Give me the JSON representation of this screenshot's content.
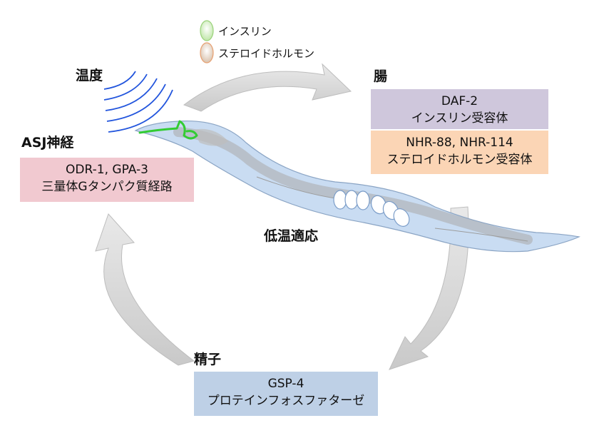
{
  "legend": {
    "insulin": "インスリン",
    "steroid": "ステロイドホルモン"
  },
  "labels": {
    "temperature": "温度",
    "asj": "ASJ神経",
    "intestine": "腸",
    "sperm": "精子",
    "center": "低温適応"
  },
  "boxes": {
    "asj": {
      "line1": "ODR-1, GPA-3",
      "line2": "三量体Gタンパク質経路"
    },
    "daf": {
      "line1": "DAF-2",
      "line2": "インスリン受容体"
    },
    "nhr": {
      "line1": "NHR-88, NHR-114",
      "line2": "ステロイドホルモン受容体"
    },
    "gsp": {
      "line1": "GSP-4",
      "line2": "プロテインフォスファターゼ"
    }
  },
  "colors": {
    "asj_box": "#f1c9d0",
    "daf_box": "#cfc7dc",
    "nhr_box": "#fbd5b5",
    "gsp_box": "#bed0e6",
    "arrow": "#d9d9d9",
    "worm_body": "#c9dcf2",
    "neuron": "#33cc33",
    "waves": "#2255dd"
  }
}
